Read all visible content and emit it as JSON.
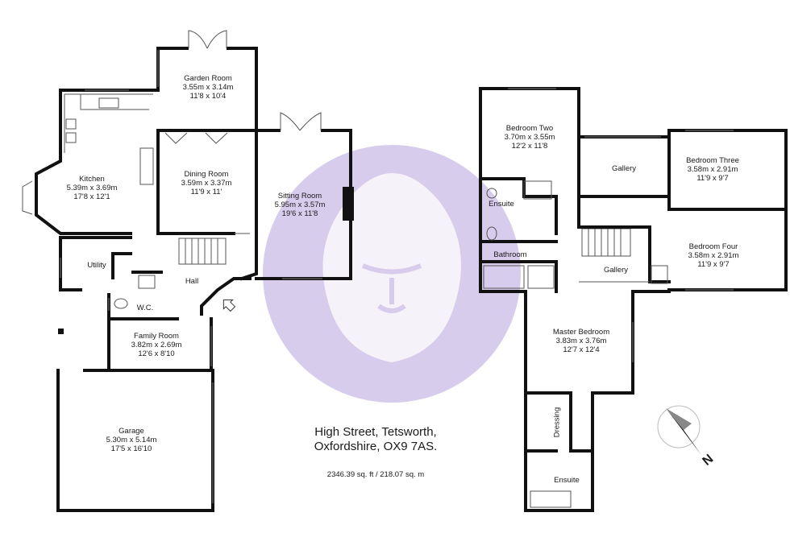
{
  "address": {
    "line1": "High Street, Tetsworth,",
    "line2": "Oxfordshire, OX9 7AS."
  },
  "total_area": "2346.39 sq. ft / 218.07 sq. m",
  "colors": {
    "watermark": "#b7a3dc",
    "walls": "#111111"
  },
  "compass": {
    "letter": "N",
    "icon": "north-arrow-icon"
  },
  "ground_floor": {
    "garden_room": {
      "name": "Garden Room",
      "metric": "3.55m x 3.14m",
      "imperial": "11'8 x 10'4"
    },
    "kitchen": {
      "name": "Kitchen",
      "metric": "5.39m x 3.69m",
      "imperial": "17'8 x 12'1"
    },
    "dining_room": {
      "name": "Dining Room",
      "metric": "3.59m x 3.37m",
      "imperial": "11'9 x 11'"
    },
    "sitting_room": {
      "name": "Sitting Room",
      "metric": "5.95m x 3.57m",
      "imperial": "19'6 x 11'8"
    },
    "utility": {
      "name": "Utility"
    },
    "hall": {
      "name": "Hall"
    },
    "wc": {
      "name": "W.C."
    },
    "family_room": {
      "name": "Family Room",
      "metric": "3.82m x 2.69m",
      "imperial": "12'6 x 8'10"
    },
    "garage": {
      "name": "Garage",
      "metric": "5.30m x 5.14m",
      "imperial": "17'5 x 16'10"
    }
  },
  "first_floor": {
    "bedroom_two": {
      "name": "Bedroom Two",
      "metric": "3.70m x 3.55m",
      "imperial": "12'2 x 11'8"
    },
    "gallery_top": {
      "name": "Gallery"
    },
    "bedroom_three": {
      "name": "Bedroom Three",
      "metric": "3.58m x 2.91m",
      "imperial": "11'9 x 9'7"
    },
    "ensuite_top": {
      "name": "Ensuite"
    },
    "bathroom": {
      "name": "Bathroom"
    },
    "gallery_bottom": {
      "name": "Gallery"
    },
    "bedroom_four": {
      "name": "Bedroom Four",
      "metric": "3.58m x 2.91m",
      "imperial": "11'9 x 9'7"
    },
    "master_bedroom": {
      "name": "Master Bedroom",
      "metric": "3.83m x 3.76m",
      "imperial": "12'7 x 12'4"
    },
    "dressing": {
      "name": "Dressing"
    },
    "ensuite_bottom": {
      "name": "Ensuite"
    }
  }
}
